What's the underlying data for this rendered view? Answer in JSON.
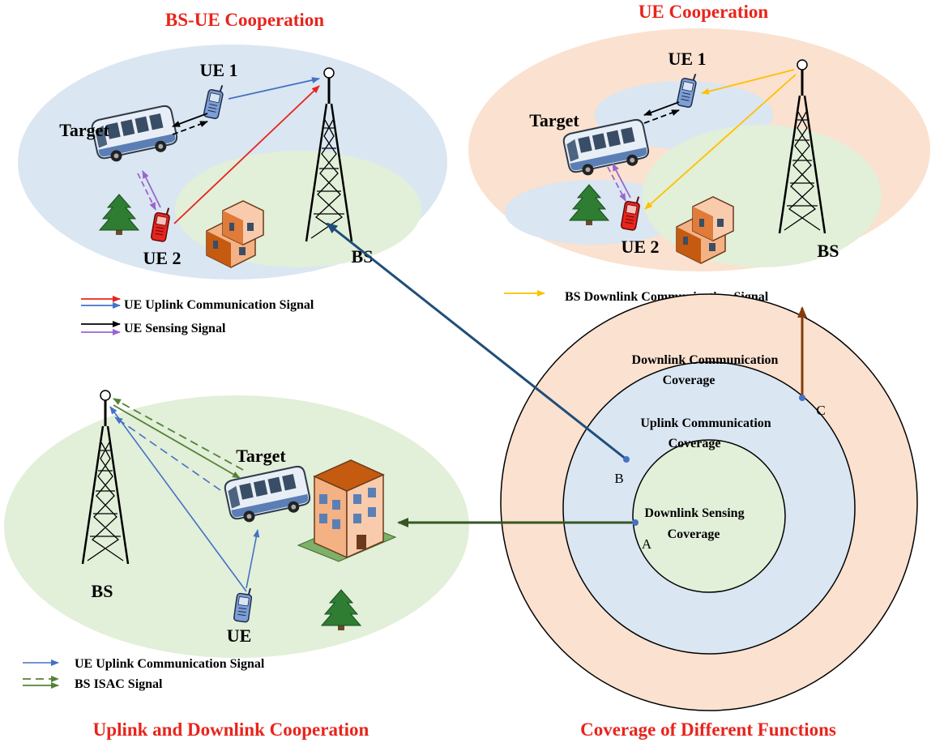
{
  "titles": {
    "bs_ue": "BS-UE Cooperation",
    "ue": "UE Cooperation",
    "ul_dl": "Uplink and Downlink Cooperation",
    "coverage": "Coverage of Different Functions"
  },
  "panel_bs_ue": {
    "ue1": "UE 1",
    "target": "Target",
    "ue2": "UE 2",
    "bs": "BS",
    "legend": [
      "UE Uplink Communication Signal",
      "UE Sensing Signal"
    ]
  },
  "panel_ue": {
    "ue1": "UE 1",
    "target": "Target",
    "ue2": "UE 2",
    "bs": "BS",
    "legend": [
      "BS Downlink Communication Signal"
    ]
  },
  "panel_ul_dl": {
    "target": "Target",
    "bs": "BS",
    "ue": "UE",
    "legend": [
      "UE Uplink Communication Signal",
      "BS ISAC Signal"
    ]
  },
  "coverage": {
    "outer_l1": "Downlink Communication",
    "outer_l2": "Coverage",
    "mid_l1": "Uplink Communication",
    "mid_l2": "Coverage",
    "inner_l1": "Downlink Sensing",
    "inner_l2": "Coverage",
    "point_a": "A",
    "point_b": "B",
    "point_c": "C"
  },
  "colors": {
    "title": "#e8241c",
    "uplink_blue": "#4472c4",
    "uplink_red": "#e8241c",
    "sensing_purple": "#9966cc",
    "downlink_yellow": "#ffc000",
    "isac_green": "#548235",
    "sky_blue": "#dae6f2",
    "grass_green": "#e2efd9",
    "peach": "#fbe1cf"
  }
}
